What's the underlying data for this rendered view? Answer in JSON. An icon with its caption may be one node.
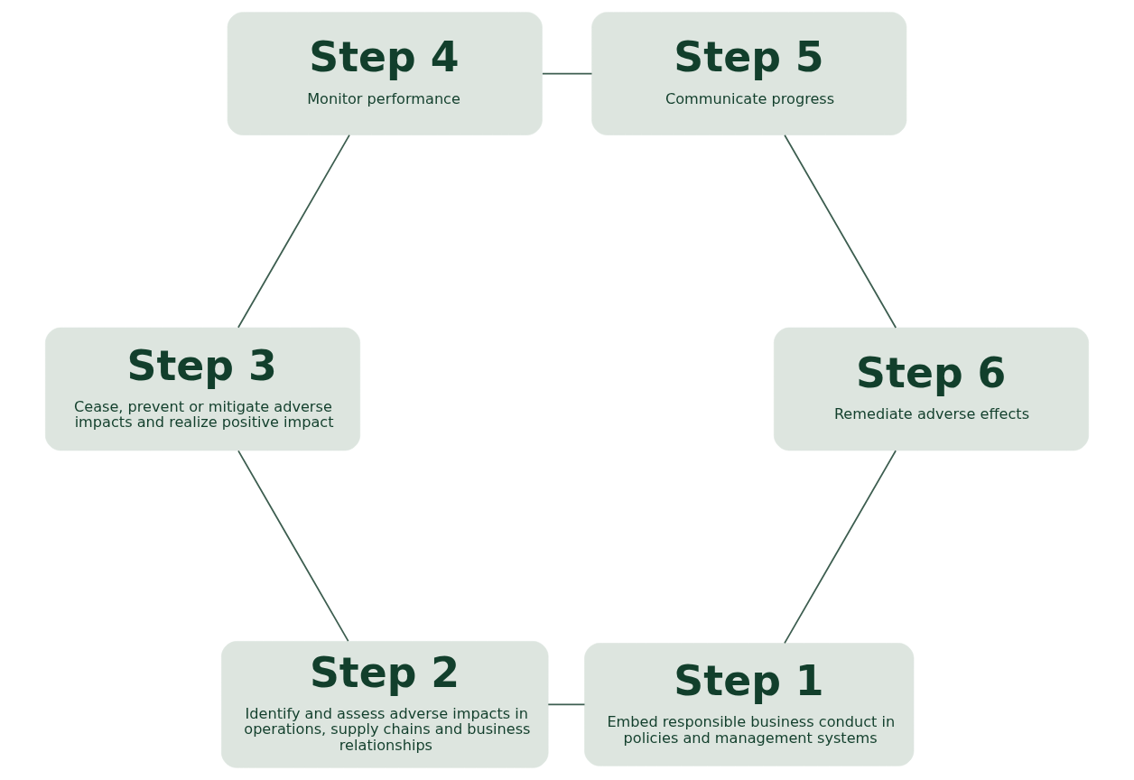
{
  "diagram": {
    "nodes": [
      {
        "text": [
          "Step 1",
          "Embed responsible business conduct in policies and management systems"
        ]
      },
      {
        "text": [
          "Step 2",
          "Identify and assess adverse impacts in operations, supply chains and business relationships"
        ]
      },
      {
        "text": [
          "Step 3",
          "Cease, prevent or mitigate adverse impacts and realize positive impact"
        ]
      },
      {
        "text": [
          "Step 4",
          "Monitor performance"
        ]
      },
      {
        "text": [
          "Step 5",
          "Communicate progress"
        ]
      },
      {
        "text": [
          "Step 6",
          "Remediate adverse effects"
        ]
      }
    ],
    "edges": [
      {
        "from": 0,
        "to": 1,
        "arrow": "none"
      },
      {
        "from": 1,
        "to": 2,
        "arrow": "none"
      },
      {
        "from": 2,
        "to": 3,
        "arrow": "none"
      },
      {
        "from": 3,
        "to": 4,
        "arrow": "none"
      },
      {
        "from": 4,
        "to": 5,
        "arrow": "none"
      },
      {
        "from": 5,
        "to": 0,
        "arrow": "none"
      }
    ]
  }
}
